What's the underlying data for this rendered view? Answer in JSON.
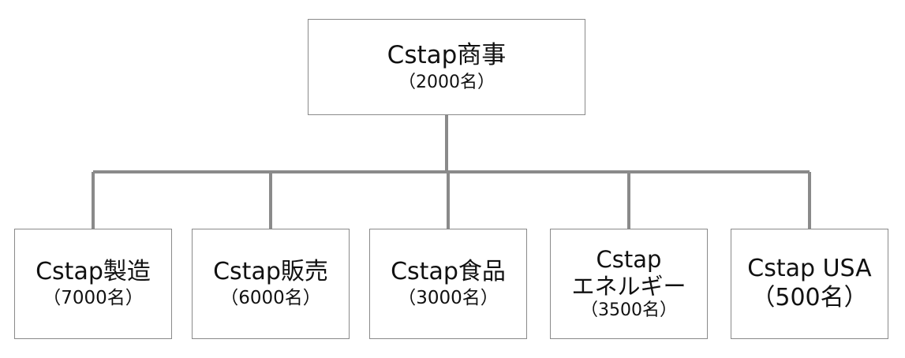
{
  "org_chart": {
    "root": {
      "name": "Cstap商事",
      "count": "（2000名）"
    },
    "children": [
      {
        "name": "Cstap製造",
        "count": "（7000名）"
      },
      {
        "name": "Cstap販売",
        "count": "（6000名）"
      },
      {
        "name": "Cstap食品",
        "count": "（3000名）"
      },
      {
        "name_line1": "Cstap",
        "name_line2": "エネルギー",
        "count": "（3500名）"
      },
      {
        "name": "Cstap USA",
        "count": "（500名）"
      }
    ]
  },
  "colors": {
    "line": "#8a8a8a",
    "border": "#8a8a8a",
    "text": "#111111",
    "background": "#ffffff"
  }
}
